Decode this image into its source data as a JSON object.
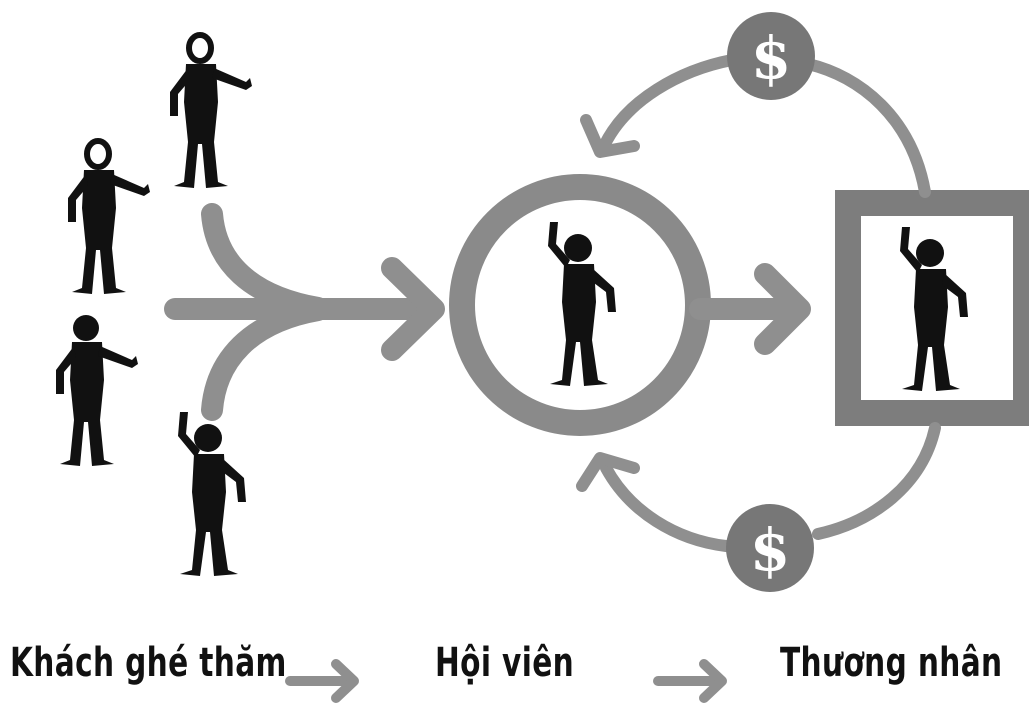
{
  "stages": {
    "visitor": "Khách ghé thăm",
    "member": "Hội viên",
    "merchant": "Thương nhân"
  },
  "coin_symbol": "$",
  "colors": {
    "ink": "#111111",
    "arrow": "#8f8f8f",
    "frame": "#7d7d7d",
    "coin": "#777777",
    "background": "#ffffff"
  },
  "icons": [
    "person-icon",
    "dollar-coin-icon",
    "arrow-right-icon",
    "curved-arrow-icon"
  ]
}
